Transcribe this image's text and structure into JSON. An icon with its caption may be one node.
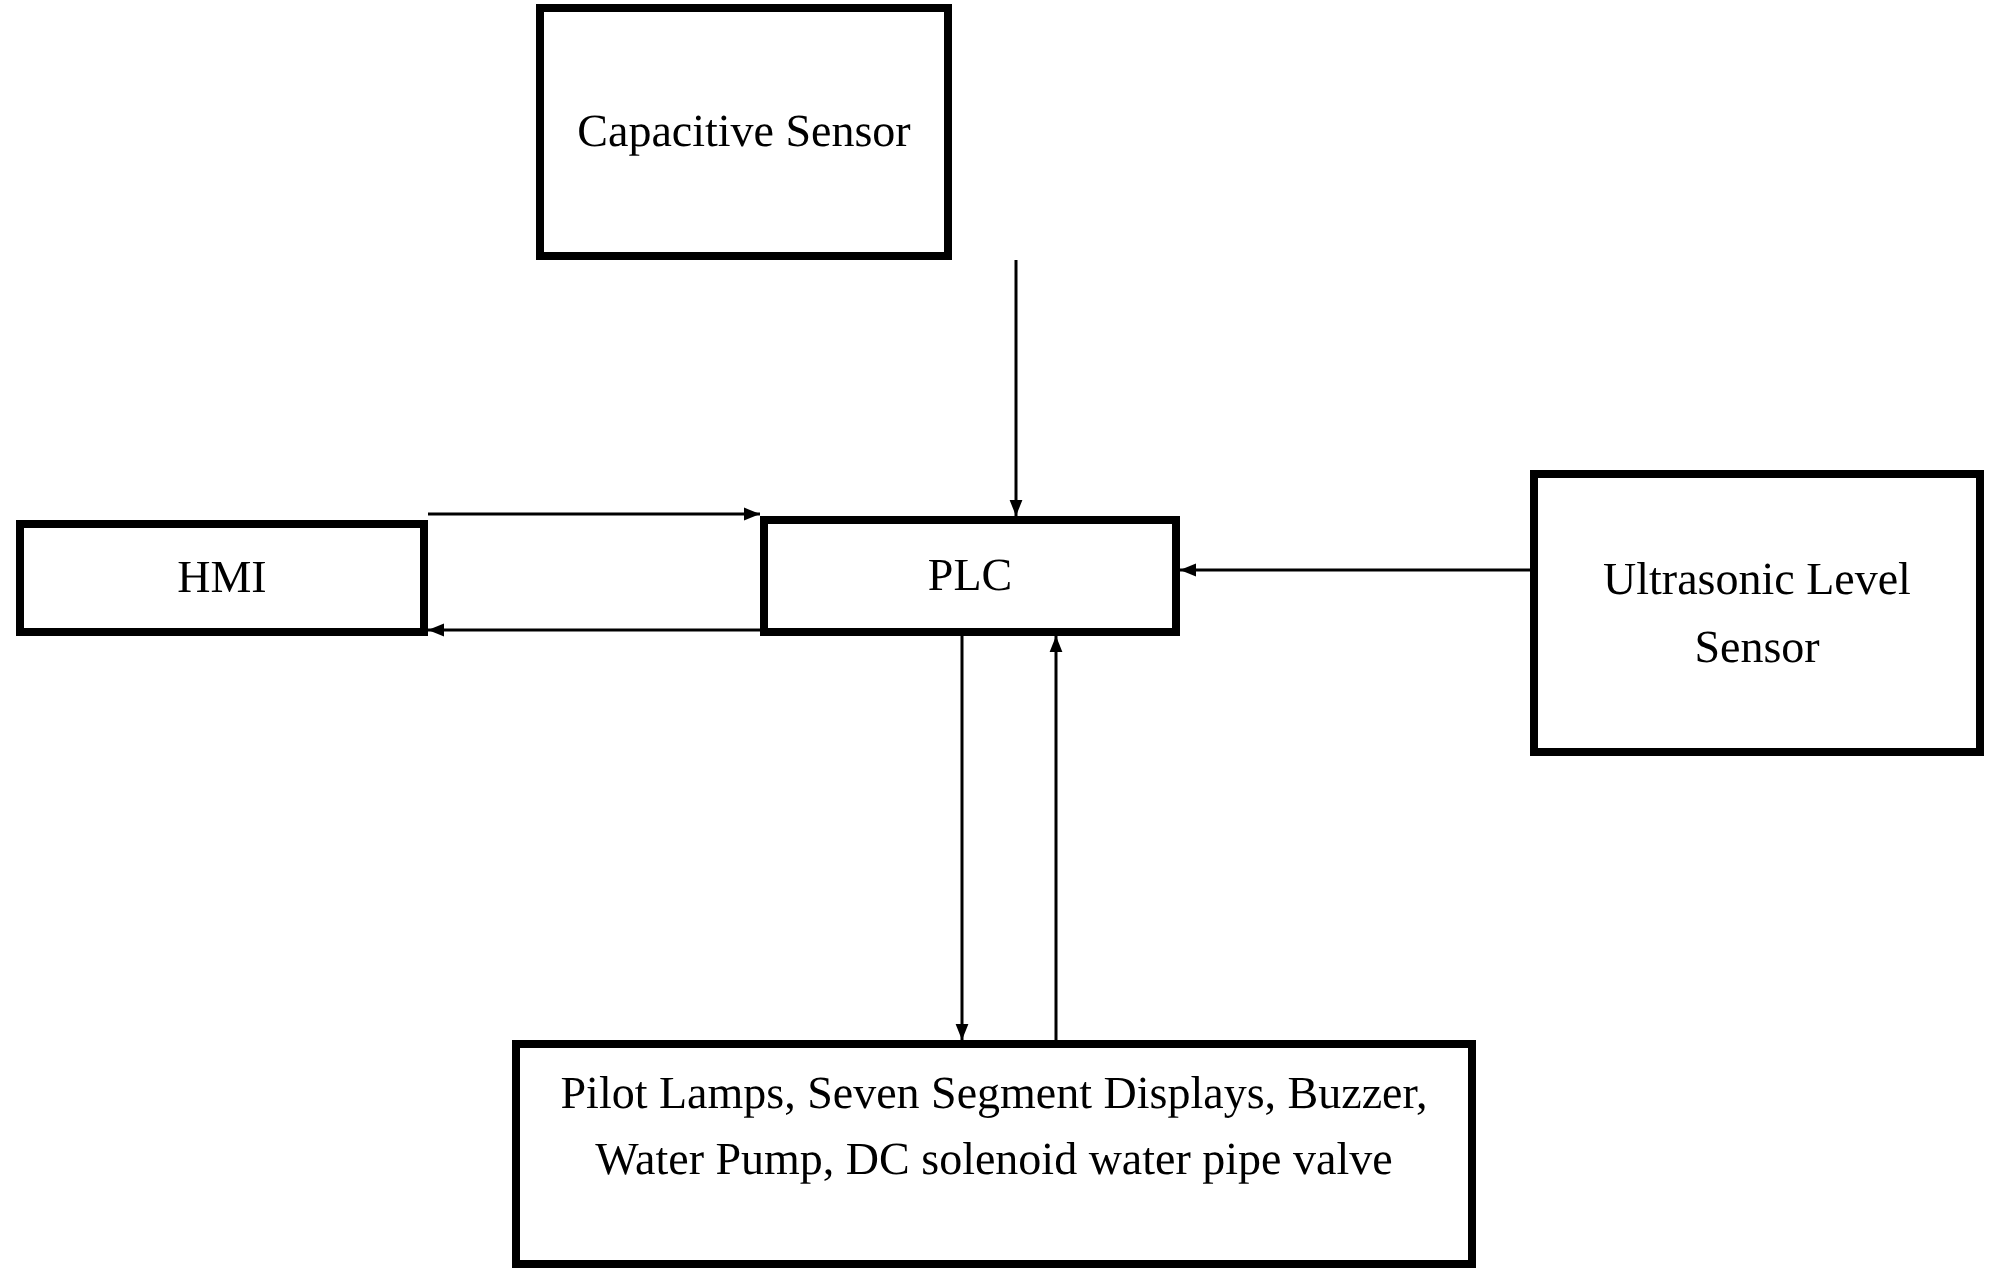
{
  "diagram": {
    "nodes": [
      {
        "text": [
          "Capacitive Sensor"
        ]
      },
      {
        "text": [
          "HMI"
        ]
      },
      {
        "text": [
          "PLC"
        ]
      },
      {
        "text": [
          "Ultrasonic Level Sensor"
        ]
      },
      {
        "text": [
          "Pilot Lamps, Seven Segment Displays, Buzzer, Water Pump, DC solenoid water pipe valve"
        ]
      }
    ],
    "edges": [
      {
        "from": 0,
        "to": 2,
        "arrow": "to"
      },
      {
        "from": 1,
        "to": 2,
        "arrow": "to"
      },
      {
        "from": 2,
        "to": 1,
        "arrow": "to"
      },
      {
        "from": 3,
        "to": 2,
        "arrow": "to"
      },
      {
        "from": 2,
        "to": 4,
        "arrow": "to"
      },
      {
        "from": 4,
        "to": 2,
        "arrow": "to"
      }
    ]
  }
}
